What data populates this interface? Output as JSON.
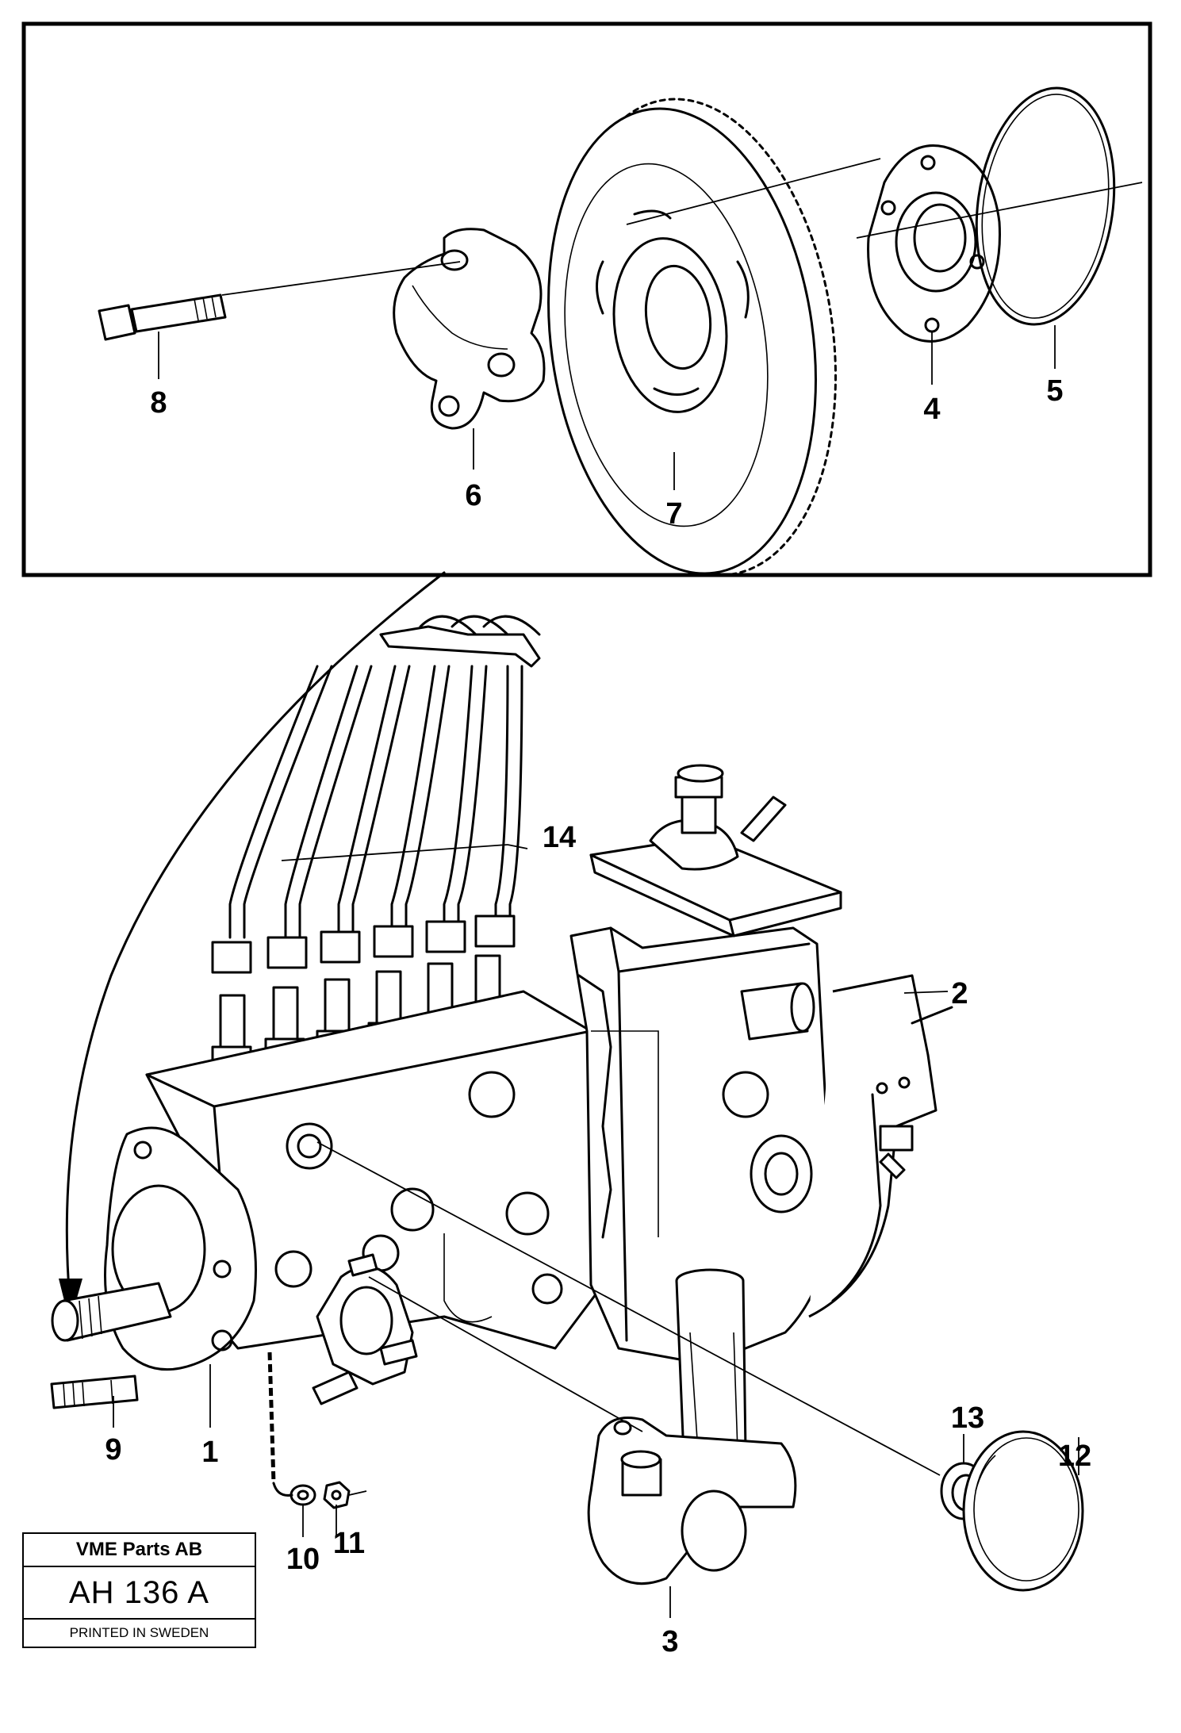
{
  "callouts": {
    "c1": "1",
    "c2": "2",
    "c3": "3",
    "c4": "4",
    "c5": "5",
    "c6": "6",
    "c7": "7",
    "c8": "8",
    "c9": "9",
    "c10": "10",
    "c11": "11",
    "c12": "12",
    "c13": "13",
    "c14": "14"
  },
  "stamp": {
    "company": "VME Parts AB",
    "code": "AH 136 A",
    "printed": "PRINTED IN SWEDEN"
  }
}
